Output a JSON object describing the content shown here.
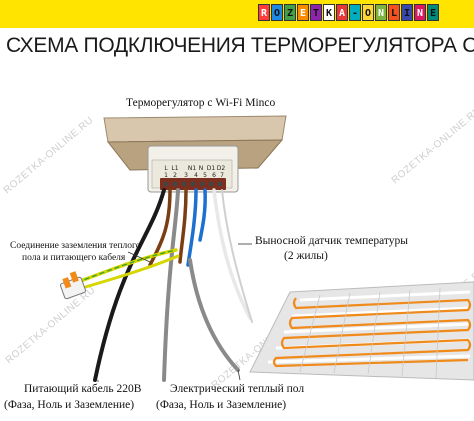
{
  "header": {
    "logo_letters": [
      "R",
      "O",
      "Z",
      "E",
      "T",
      "K",
      "A",
      "-",
      "O",
      "N",
      "L",
      "I",
      "N",
      "E"
    ],
    "banner_color": "#ffe400"
  },
  "title": "СХЕМА ПОДКЛЮЧЕНИЯ ТЕРМОРЕГУЛЯТОРА С Wi-Fi",
  "device": {
    "label": "Терморегулятор с Wi-Fi Minco",
    "terminal_labels": [
      "L",
      "L1",
      "N1",
      "N",
      "D1",
      "D2"
    ],
    "terminal_numbers": [
      "1",
      "2",
      "3",
      "4",
      "5",
      "6",
      "7"
    ]
  },
  "labels": {
    "ground_junction_line1": "Соединение заземления теплого",
    "ground_junction_line2": "пола и питающего кабеля",
    "sensor_line1": "Выносной датчик температуры",
    "sensor_line2": "(2 жилы)",
    "power_cable_line1": "Питающий кабель 220В",
    "power_cable_line2": "(Фаза, Ноль и Заземление)",
    "floor_cable_line1": "Электрический теплый пол",
    "floor_cable_line2": "(Фаза, Ноль и Заземление)"
  },
  "watermark_text": "ROZETKA-ONLINE.RU",
  "colors": {
    "wire_brown": "#7a3e12",
    "wire_blue": "#1d6fd0",
    "wire_black": "#1a1a1a",
    "wire_gray": "#8a8a8a",
    "wire_yellow_green": "#d6d600",
    "wire_white": "#e8e8e8",
    "mat_heater": "#f08a1a",
    "device_body": "#c8b394"
  }
}
